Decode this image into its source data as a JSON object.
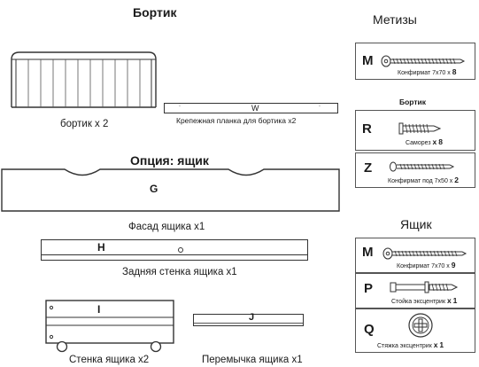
{
  "title_bortik": "Бортик",
  "title_option": "Опция: ящик",
  "side": {
    "metizy": "Метизы",
    "bortik_sub": "Бортик",
    "yashchik": "Ящик"
  },
  "parts": {
    "rail": {
      "caption": "бортик х 2"
    },
    "plank": {
      "letter": "W",
      "caption": "Крепежная планка для бортика x2"
    },
    "facade": {
      "letter": "G",
      "caption": "Фасад ящика  x1"
    },
    "back": {
      "letter": "H",
      "caption": "Задняя стенка ящика x1"
    },
    "side_wall": {
      "letter": "I",
      "caption": "Стенка ящика x2"
    },
    "crossbar": {
      "letter": "J",
      "caption": "Перемычка ящика x1"
    }
  },
  "hardware": {
    "M1": {
      "letter": "M",
      "name": "Конфирмат 7х70 х",
      "qty": "8"
    },
    "R": {
      "letter": "R",
      "name": "Саморез",
      "qty_prefix": "х",
      "qty": "8"
    },
    "Z": {
      "letter": "Z",
      "name": "Конфирмат под 7х50 х",
      "qty": "2"
    },
    "M2": {
      "letter": "M",
      "name": "Конфирмат 7х70 х",
      "qty": "9"
    },
    "P": {
      "letter": "P",
      "name": "Стойка эксцентрик",
      "qty_prefix": "х",
      "qty": "1"
    },
    "Q": {
      "letter": "Q",
      "name": "Стяжка эксцентрик",
      "qty_prefix": "х",
      "qty": "1"
    }
  }
}
